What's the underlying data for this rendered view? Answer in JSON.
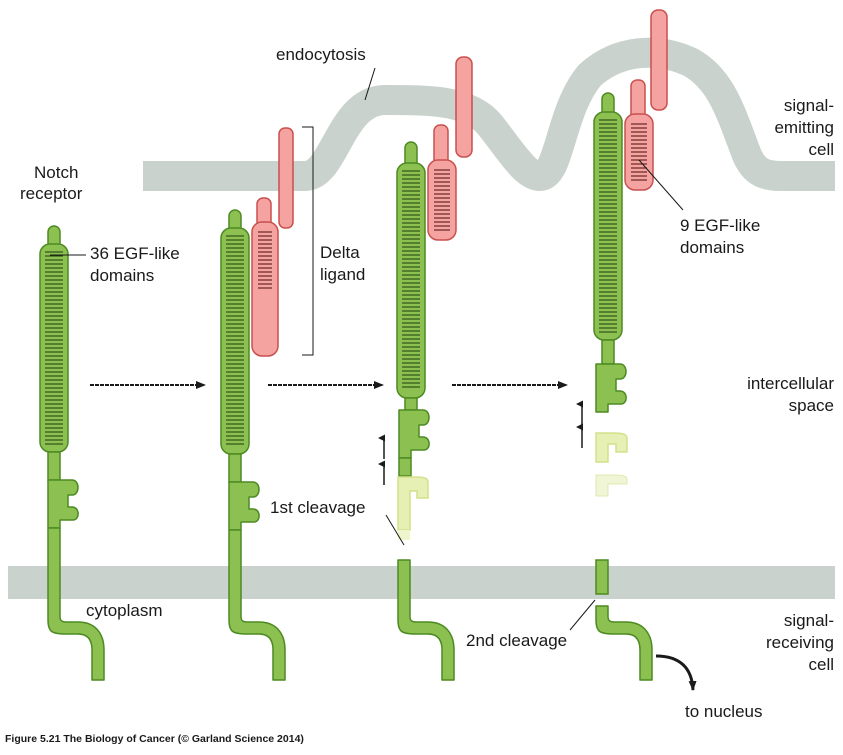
{
  "labels": {
    "notch_receptor_1": "Notch",
    "notch_receptor_2": "receptor",
    "egf36_1": "36 EGF-like",
    "egf36_2": "domains",
    "delta_1": "Delta",
    "delta_2": "ligand",
    "endocytosis": "endocytosis",
    "signal_emitting_1": "signal-",
    "signal_emitting_2": "emitting",
    "signal_emitting_3": "cell",
    "egf9_1": "9 EGF-like",
    "egf9_2": "domains",
    "intercellular_1": "intercellular",
    "intercellular_2": "space",
    "first_cleavage": "1st cleavage",
    "second_cleavage": "2nd cleavage",
    "cytoplasm": "cytoplasm",
    "signal_receiving_1": "signal-",
    "signal_receiving_2": "receiving",
    "signal_receiving_3": "cell",
    "to_nucleus": "to nucleus"
  },
  "caption": "Figure 5.21  The Biology of Cancer (© Garland Science 2014)",
  "colors": {
    "membrane": "#c9d2cd",
    "notch_fill": "#8cc152",
    "notch_stroke": "#4d8a22",
    "notch_faded_fill": "#e6f0b4",
    "notch_faded_stroke": "#d4e08a",
    "delta_fill": "#f4a3a1",
    "delta_stroke": "#c8504f",
    "text": "#1a1a1a"
  }
}
